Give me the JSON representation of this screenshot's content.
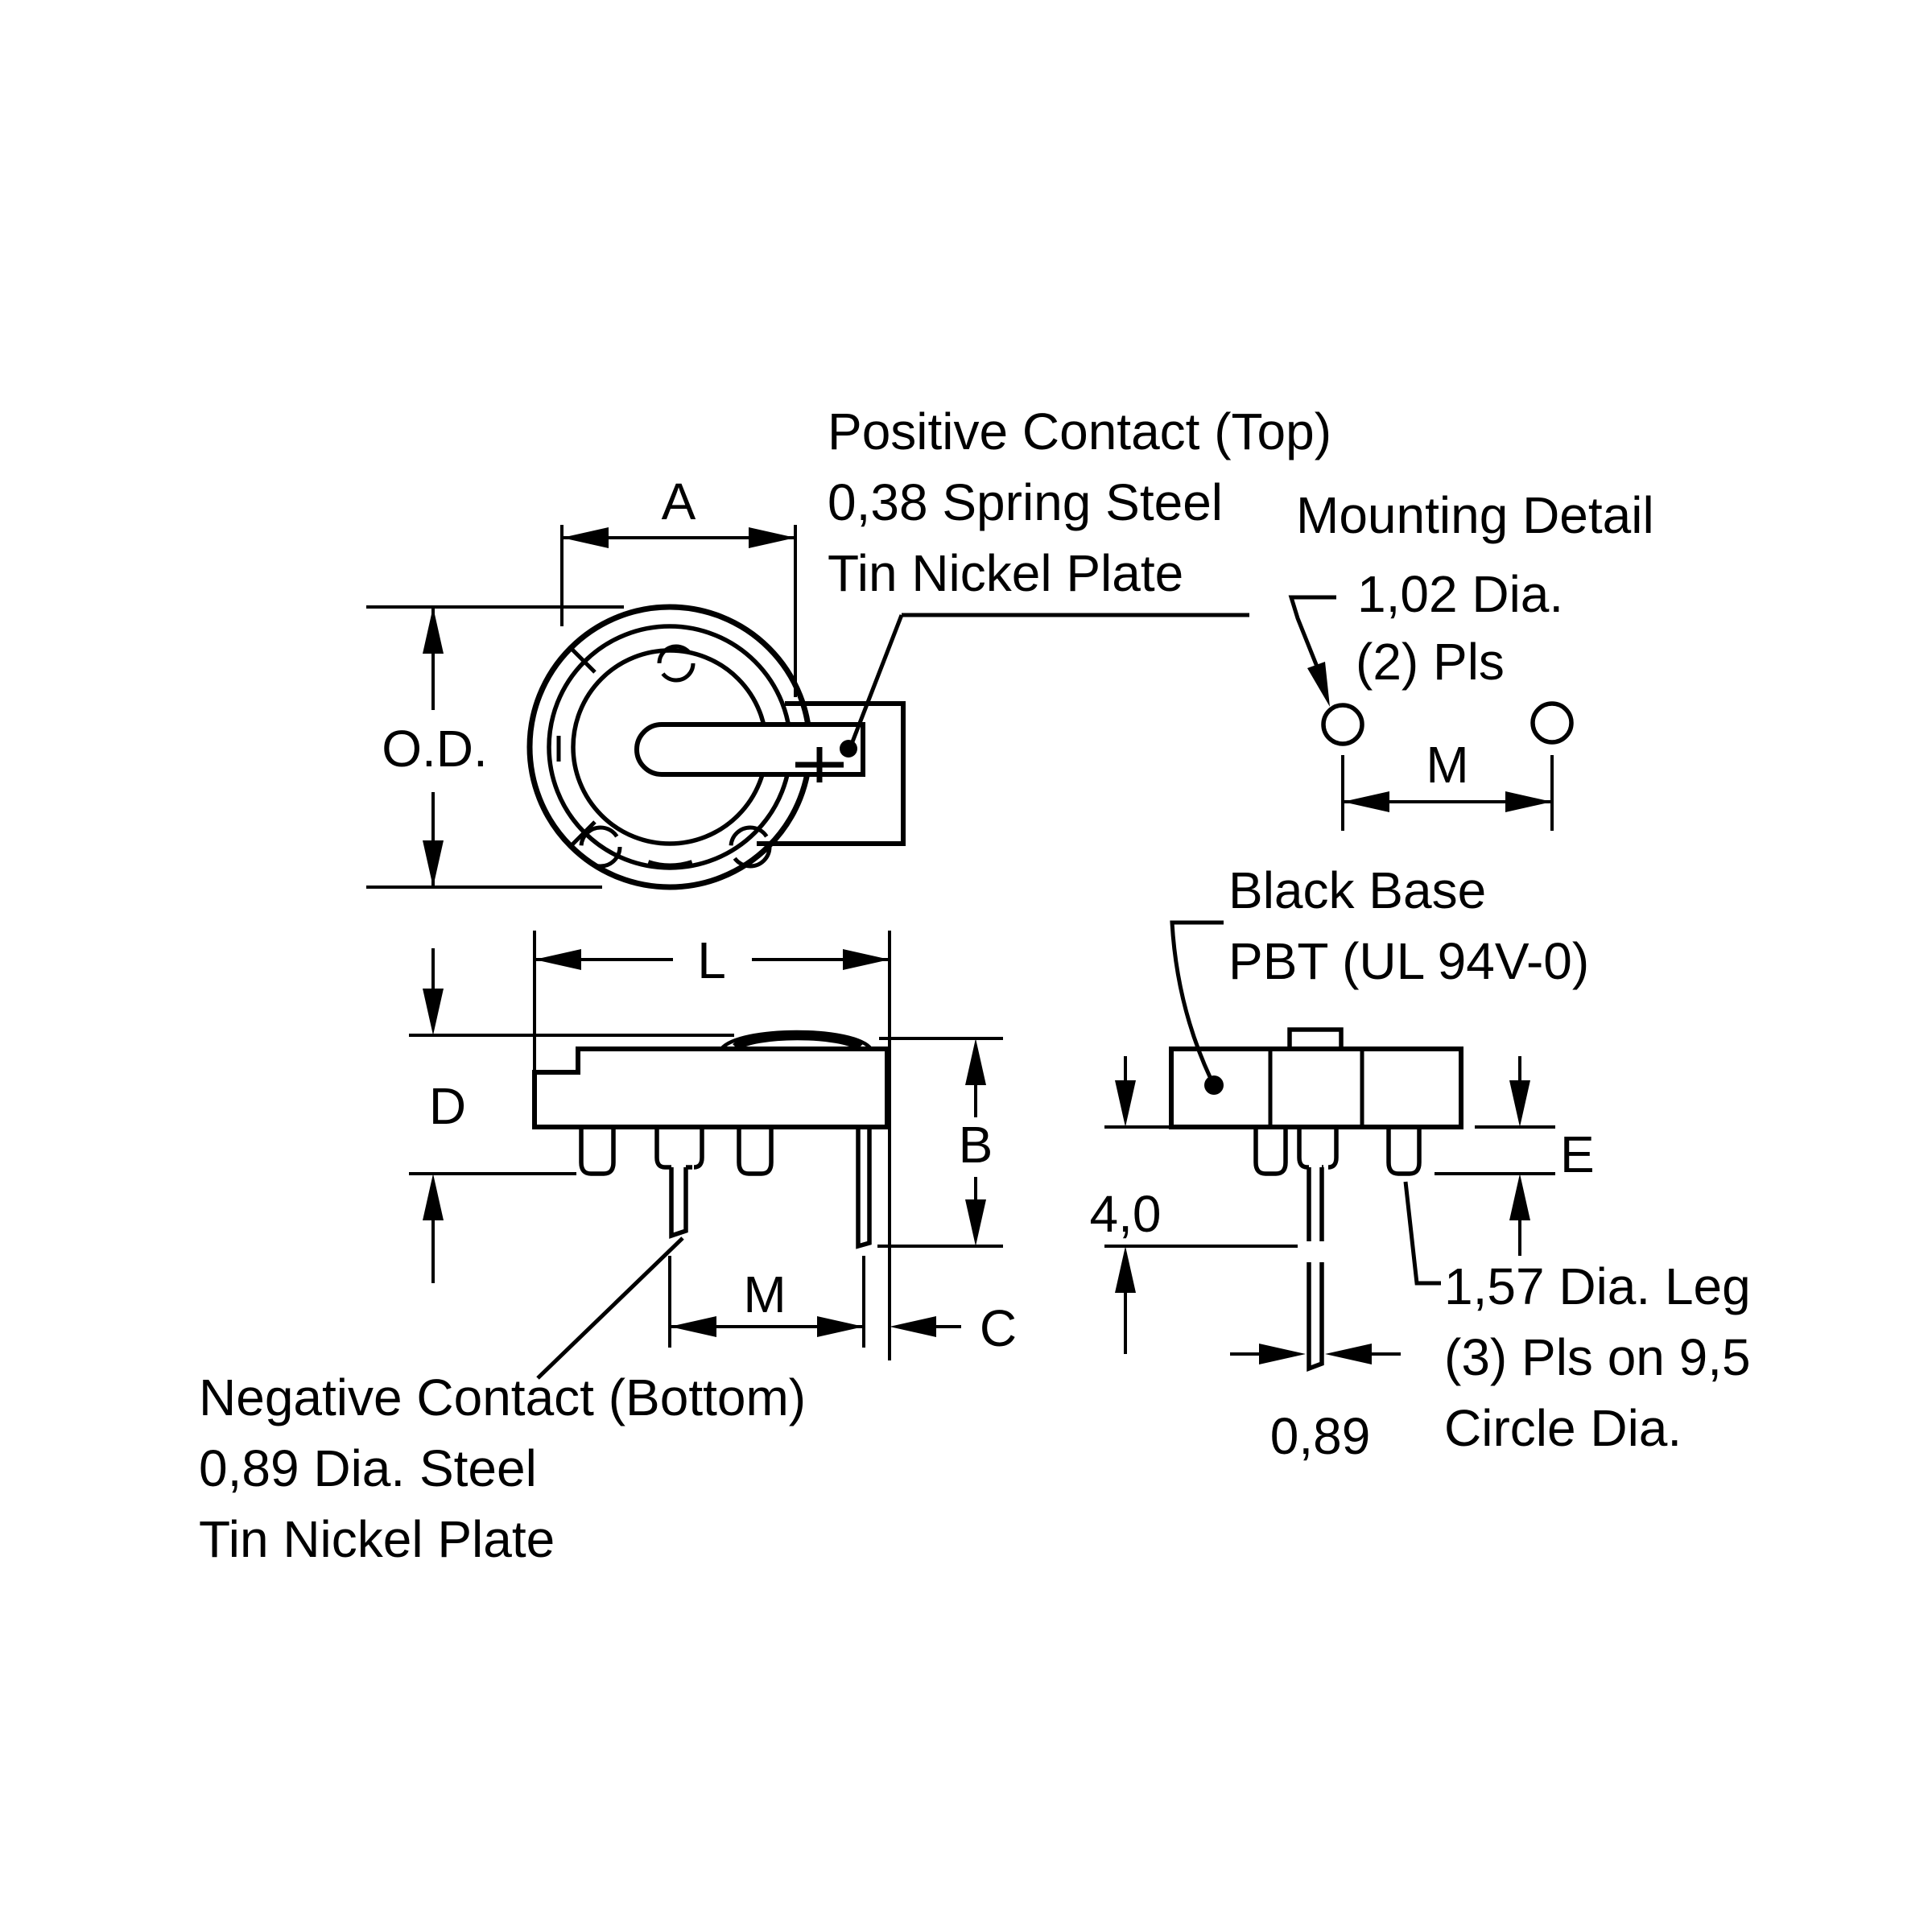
{
  "colors": {
    "background": "#ffffff",
    "line": "#000000"
  },
  "ann": {
    "positive": [
      "Positive Contact (Top)",
      "0,38 Spring Steel",
      "Tin Nickel Plate"
    ],
    "mounting_title": "Mounting Detail",
    "mounting_hole": [
      "1,02 Dia.",
      "(2) Pls"
    ],
    "black_base": [
      "Black Base",
      "PBT (UL 94V-0)"
    ],
    "negative": [
      "Negative Contact (Bottom)",
      "0,89 Dia. Steel",
      "Tin Nickel Plate"
    ],
    "leg_note": [
      "1,57 Dia. Leg",
      "(3) Pls on 9,5",
      "Circle Dia."
    ]
  },
  "dims": {
    "top_width": "A",
    "outer_diameter": "O.D.",
    "body_length": "L",
    "body_depth": "D",
    "body_height": "B",
    "leg_spacing_side": "M",
    "leg_offset": "C",
    "mount_spacing": "M",
    "seating_height": "4,0",
    "standoff": "E",
    "leg_width": "0,89"
  }
}
